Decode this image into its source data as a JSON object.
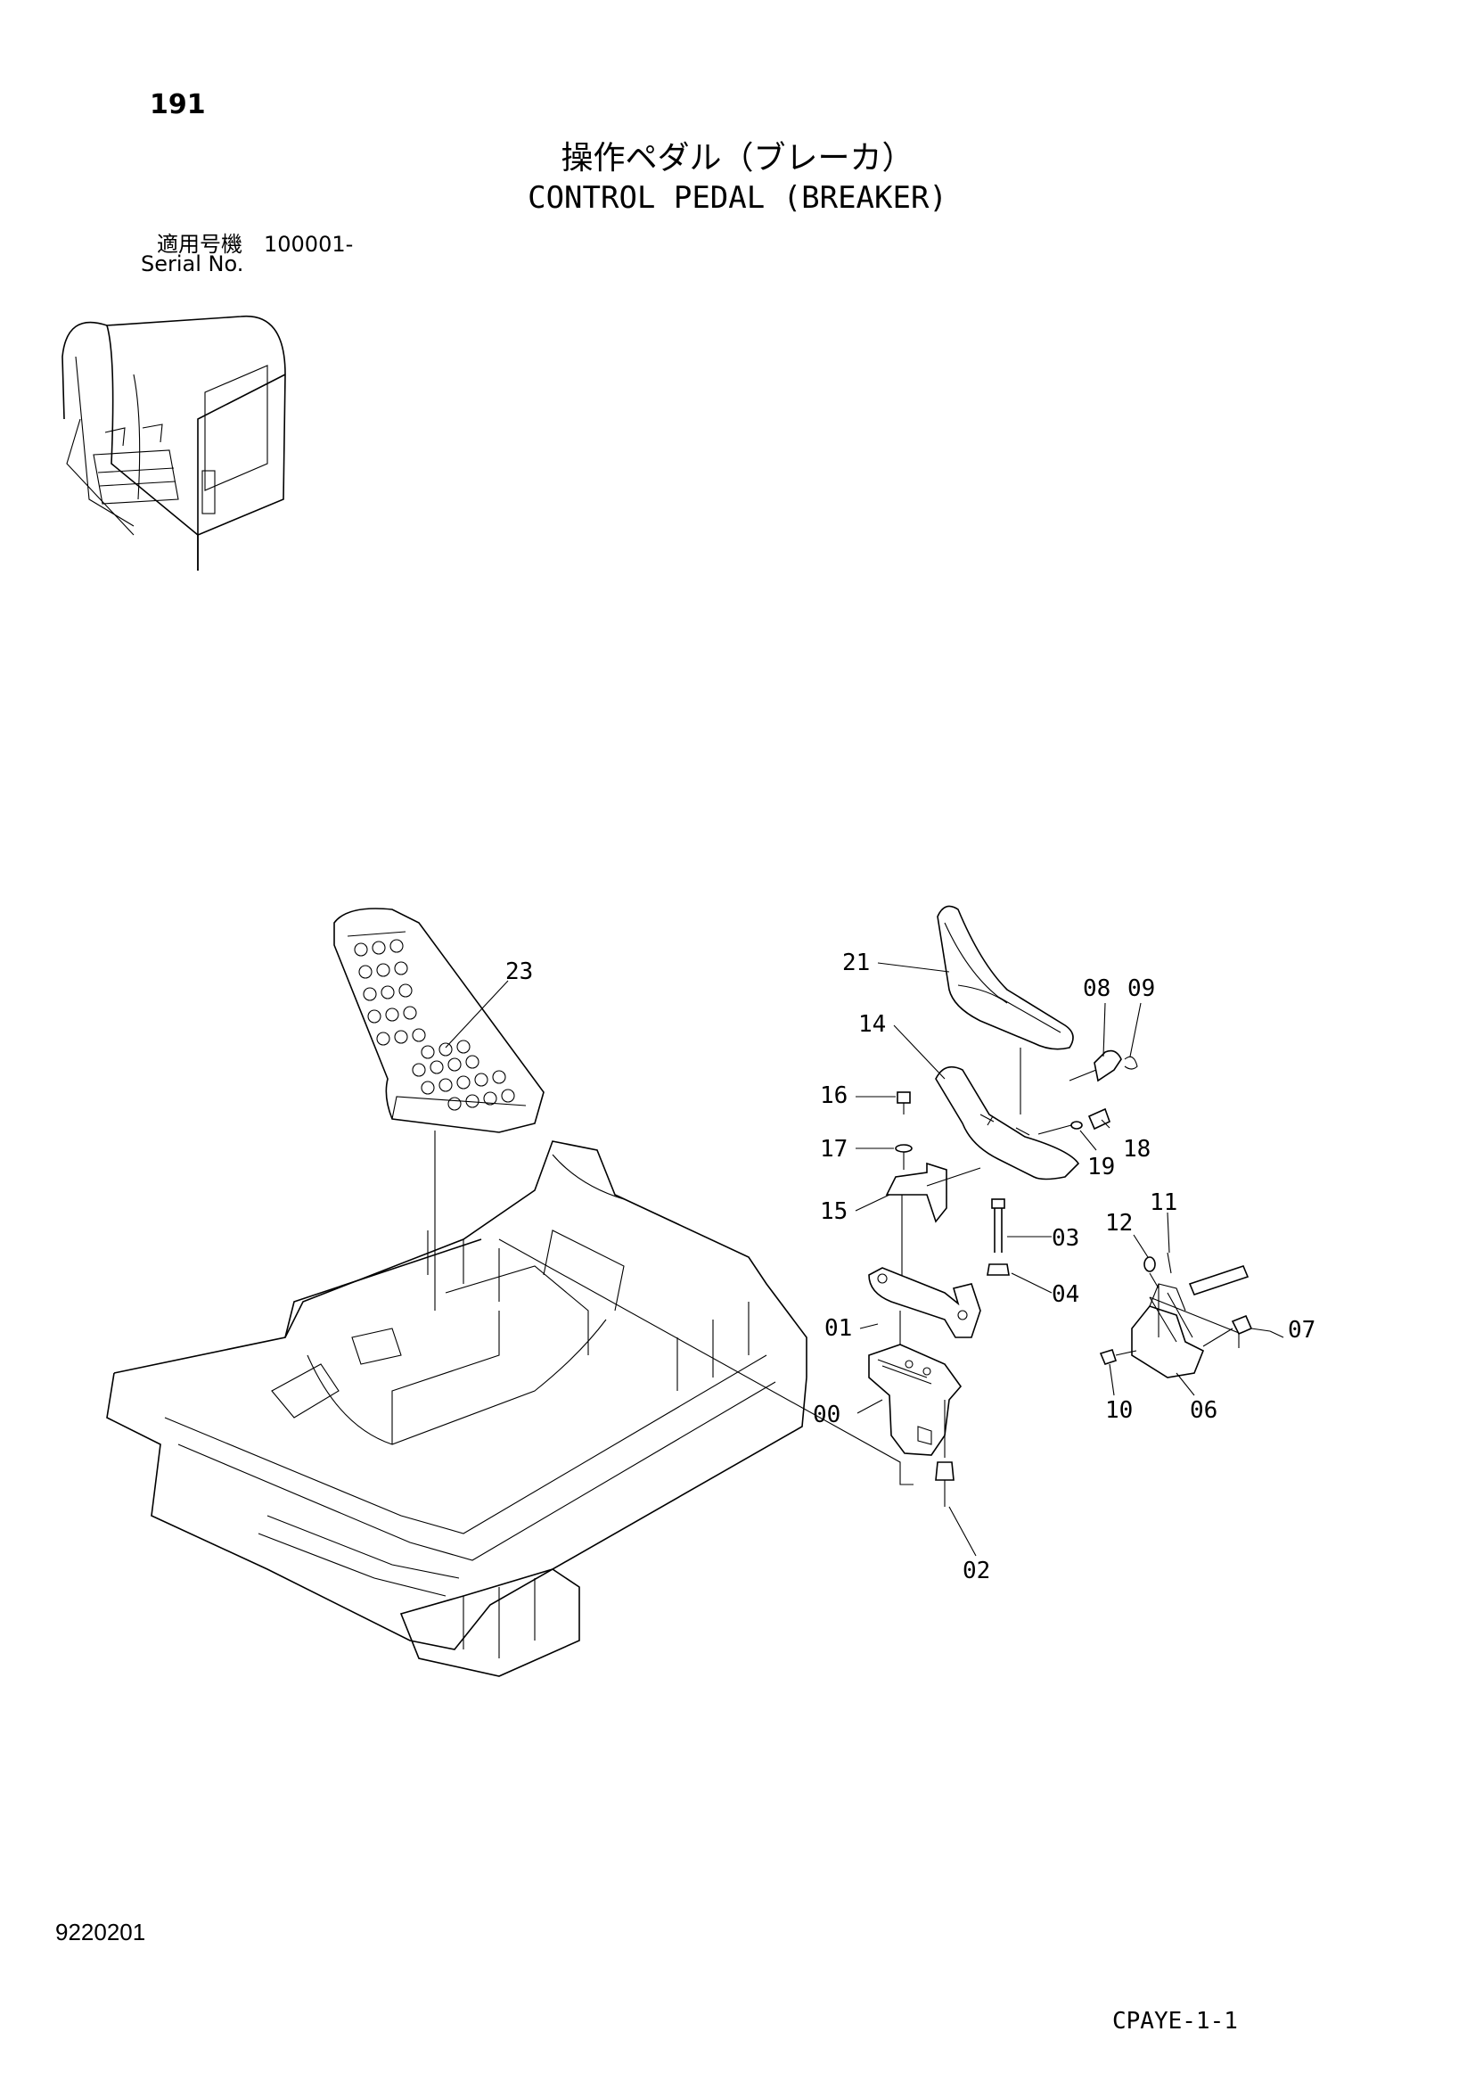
{
  "header": {
    "page_number": "191",
    "title_jp": "操作ペダル（ブレーカ）",
    "title_en": "CONTROL PEDAL (BREAKER)",
    "serial_jp": "適用号機　100001-",
    "serial_en": "Serial No."
  },
  "footer": {
    "doc_code": "9220201",
    "sheet_code": "CPAYE-1-1"
  },
  "callouts": {
    "p00": "00",
    "p01": "01",
    "p02": "02",
    "p03": "03",
    "p04": "04",
    "p06": "06",
    "p07": "07",
    "p08": "08",
    "p09": "09",
    "p10": "10",
    "p11": "11",
    "p12": "12",
    "p14": "14",
    "p15": "15",
    "p16": "16",
    "p17": "17",
    "p18": "18",
    "p19": "19",
    "p21": "21",
    "p23": "23"
  }
}
